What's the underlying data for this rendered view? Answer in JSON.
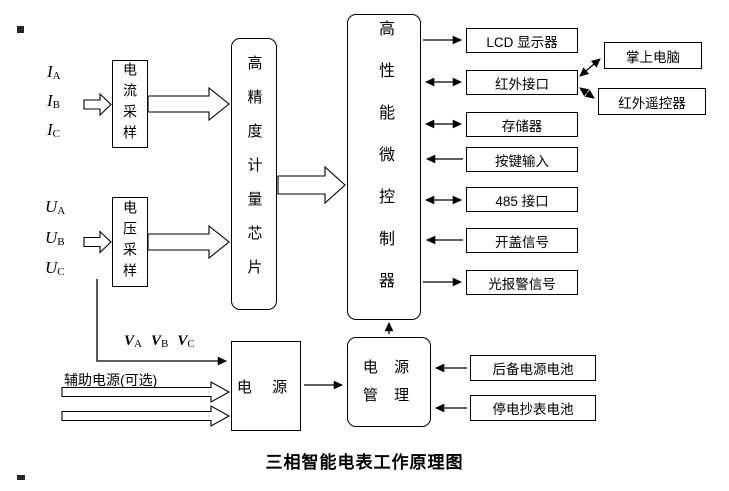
{
  "title": "三相智能电表工作原理图",
  "inputs": {
    "current": [
      {
        "base": "I",
        "sub": "A"
      },
      {
        "base": "I",
        "sub": "B"
      },
      {
        "base": "I",
        "sub": "C"
      }
    ],
    "voltage": [
      {
        "base": "U",
        "sub": "A"
      },
      {
        "base": "U",
        "sub": "B"
      },
      {
        "base": "U",
        "sub": "C"
      }
    ]
  },
  "blocks": {
    "current_sampling": "电流采样",
    "voltage_sampling": "电压采样",
    "metering_chip": "高精度计量芯片",
    "mcu": "高性能微控制器",
    "power": "电 源",
    "power_mgmt": {
      "line1": "电 源",
      "line2": "管 理"
    }
  },
  "peripherals": [
    {
      "label": "LCD 显示器",
      "direction": "output"
    },
    {
      "label": "红外接口",
      "direction": "bidirectional"
    },
    {
      "label": "存储器",
      "direction": "bidirectional"
    },
    {
      "label": "按键输入",
      "direction": "input"
    },
    {
      "label": "485 接口",
      "direction": "bidirectional"
    },
    {
      "label": "开盖信号",
      "direction": "input"
    },
    {
      "label": "光报警信号",
      "direction": "output"
    }
  ],
  "ir_devices": [
    {
      "label": "掌上电脑",
      "direction": "bidirectional"
    },
    {
      "label": "红外遥控器",
      "direction": "bidirectional"
    }
  ],
  "batteries": [
    {
      "label": "后备电源电池",
      "direction": "input"
    },
    {
      "label": "停电抄表电池",
      "direction": "input"
    }
  ],
  "annotations": {
    "va_vb_vc": [
      {
        "base": "V",
        "sub": "A"
      },
      {
        "base": "V",
        "sub": "B"
      },
      {
        "base": "V",
        "sub": "C"
      }
    ],
    "aux_power": "辅助电源(可选)"
  },
  "colors": {
    "line": "#000000",
    "background": "#ffffff",
    "box_border": "#000000"
  }
}
